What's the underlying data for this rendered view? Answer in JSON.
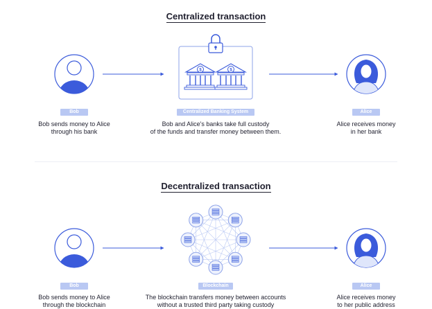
{
  "centralized": {
    "title": "Centralized transaction",
    "sender": {
      "tag": "Bob",
      "desc_line1": "Bob sends money to Alice",
      "desc_line2": "through his bank"
    },
    "middle": {
      "tag": "Centralized Banking System",
      "desc_line1": "Bob and Alice's banks take full custody",
      "desc_line2": "of the funds and transfer money between them."
    },
    "receiver": {
      "tag": "Alice",
      "desc_line1": "Alice receives money",
      "desc_line2": "in her bank"
    }
  },
  "decentralized": {
    "title": "Decentralized transaction",
    "sender": {
      "tag": "Bob",
      "desc_line1": "Bob sends money to Alice",
      "desc_line2": "through the blockchain"
    },
    "middle": {
      "tag": "Blockchain",
      "desc_line1": "The blockchain transfers money between accounts",
      "desc_line2": "without a trusted third party taking custody"
    },
    "receiver": {
      "tag": "Alice",
      "desc_line1": "Alice receives money",
      "desc_line2": "to her public address"
    }
  },
  "colors": {
    "accent": "#3b5bdb",
    "tag_bg": "#b9c8f3",
    "light": "#dfe6fb",
    "text": "#1f1f2e"
  }
}
